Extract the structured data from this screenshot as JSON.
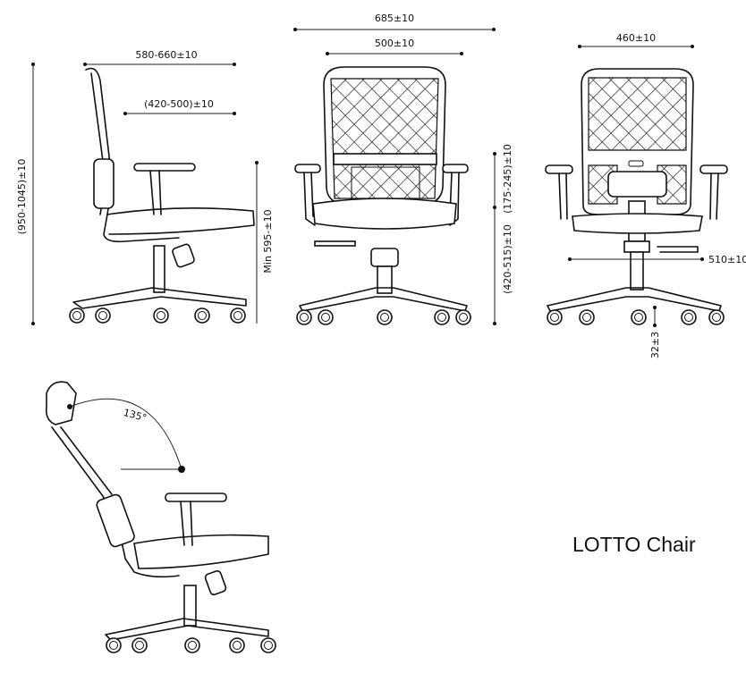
{
  "title": "LOTTO Chair",
  "dimensions": {
    "side_depth": "580-660±10",
    "seat_depth": "(420-500)±10",
    "total_height": "(950-1045)±10",
    "armrest_height": "Min 595-±10",
    "overall_width": "685±10",
    "seat_width": "500±10",
    "arm_height_range": "(175-245)±10",
    "seat_height": "(420-515)±10",
    "back_width": "460±10",
    "base_width": "510±10",
    "caster_height": "32±3",
    "recline_angle": "135°"
  }
}
